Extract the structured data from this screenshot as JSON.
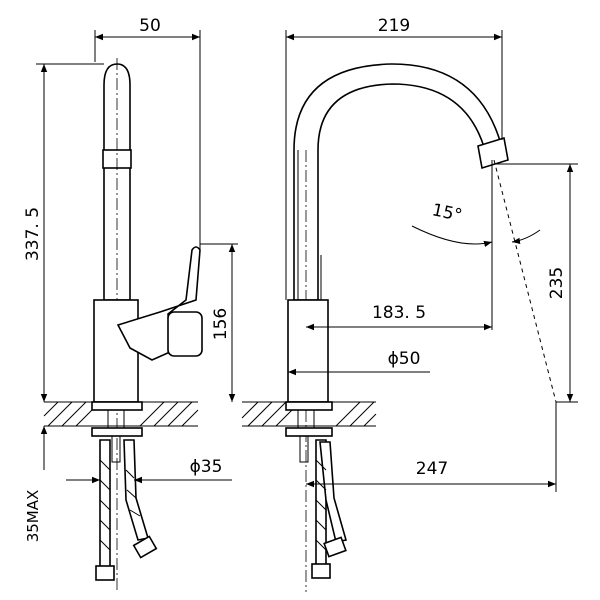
{
  "dimensions": {
    "side_width": "50",
    "side_height": "337. 5",
    "handle_height": "156",
    "hole_diameter": "ϕ35",
    "max_counter_thickness": "35MAX",
    "front_width": "219",
    "spout_reach": "183. 5",
    "base_diameter": "ϕ50",
    "spout_height": "235",
    "stream_reach": "247",
    "stream_angle": "15°"
  },
  "colors": {
    "line": "#000000",
    "background": "#ffffff"
  }
}
